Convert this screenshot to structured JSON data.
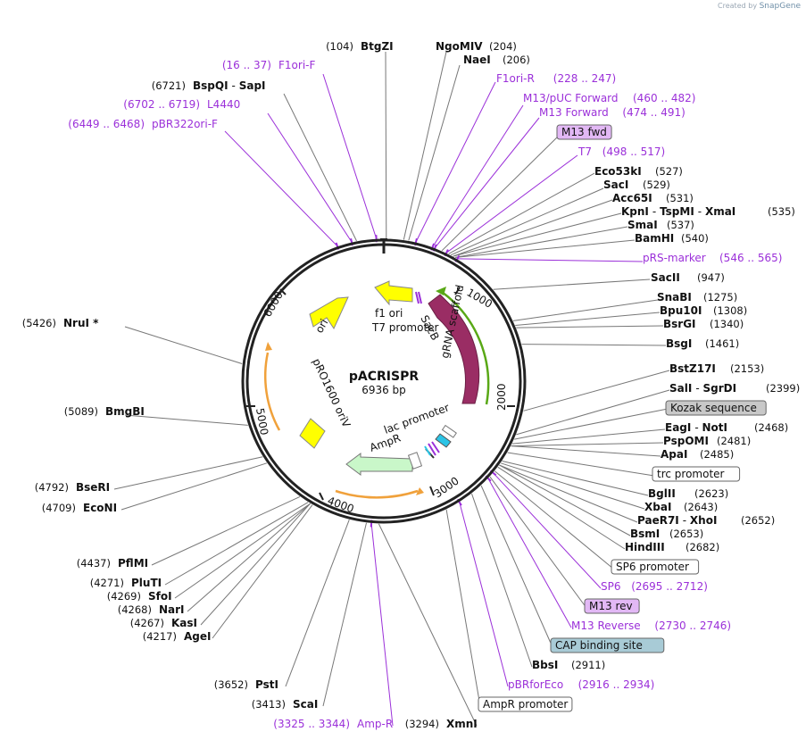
{
  "brand": {
    "created_by": "Created by",
    "name": "SnapGene"
  },
  "plasmid": {
    "name": "pACRISPR",
    "size": "6936 bp"
  },
  "ruler": [
    "1000",
    "2000",
    "3000",
    "4000",
    "5000",
    "6000"
  ],
  "inner_labels": {
    "f1_ori": "f1 ori",
    "t7_promoter": "T7 promoter",
    "sacb": "SacB",
    "grna": "gRNA scaffold",
    "lac": "lac promoter",
    "ampr": "AmpR",
    "pro1600": "pRO1600 oriV",
    "ori": "ori"
  },
  "labels": [
    {
      "name": "BtgZI",
      "pos": "(104)",
      "type": "enz",
      "side": "L"
    },
    {
      "name": "NgoMIV",
      "pos": "(204)",
      "type": "enz",
      "side": "R"
    },
    {
      "name": "NaeI",
      "pos": "(206)",
      "type": "enz",
      "side": "R"
    },
    {
      "name": "F1ori-F",
      "pos": "(16 .. 37)",
      "type": "feat",
      "side": "L"
    },
    {
      "name": "F1ori-R",
      "pos": "(228 .. 247)",
      "type": "feat",
      "side": "R"
    },
    {
      "name": "BspQI",
      "name2": "SapI",
      "pos": "(6721)",
      "type": "enz",
      "side": "L"
    },
    {
      "name": "M13/pUC Forward",
      "pos": "(460 .. 482)",
      "type": "feat",
      "side": "R"
    },
    {
      "name": "L4440",
      "pos": "(6702 .. 6719)",
      "type": "feat",
      "side": "L"
    },
    {
      "name": "M13 Forward",
      "pos": "(474 .. 491)",
      "type": "feat",
      "side": "R"
    },
    {
      "name": "pBR322ori-F",
      "pos": "(6449 .. 6468)",
      "type": "feat",
      "side": "L"
    },
    {
      "name": "M13 fwd",
      "type": "box",
      "fill": "#e2b8f5",
      "side": "R"
    },
    {
      "name": "T7",
      "pos": "(498 .. 517)",
      "type": "feat",
      "side": "R"
    },
    {
      "name": "Eco53kI",
      "pos": "(527)",
      "type": "enz",
      "side": "R"
    },
    {
      "name": "SacI",
      "pos": "(529)",
      "type": "enz",
      "side": "R"
    },
    {
      "name": "Acc65I",
      "pos": "(531)",
      "type": "enz",
      "side": "R"
    },
    {
      "name": "KpnI",
      "name2": "TspMI",
      "name3": "XmaI",
      "pos": "(535)",
      "type": "enz",
      "side": "R"
    },
    {
      "name": "SmaI",
      "pos": "(537)",
      "type": "enz",
      "side": "R"
    },
    {
      "name": "BamHI",
      "pos": "(540)",
      "type": "enz",
      "side": "R"
    },
    {
      "name": "pRS-marker",
      "pos": "(546 .. 565)",
      "type": "feat",
      "side": "R"
    },
    {
      "name": "SacII",
      "pos": "(947)",
      "type": "enz",
      "side": "R"
    },
    {
      "name": "SnaBI",
      "pos": "(1275)",
      "type": "enz",
      "side": "R"
    },
    {
      "name": "Bpu10I",
      "pos": "(1308)",
      "type": "enz",
      "side": "R"
    },
    {
      "name": "BsrGI",
      "pos": "(1340)",
      "type": "enz",
      "side": "R"
    },
    {
      "name": "NruI *",
      "pos": "(5426)",
      "type": "enz",
      "side": "L"
    },
    {
      "name": "BsgI",
      "pos": "(1461)",
      "type": "enz",
      "side": "R"
    },
    {
      "name": "BstZ17I",
      "pos": "(2153)",
      "type": "enz",
      "side": "R"
    },
    {
      "name": "SalI",
      "name2": "SgrDI",
      "pos": "(2399)",
      "type": "enz",
      "side": "R"
    },
    {
      "name": "Kozak sequence",
      "type": "box",
      "fill": "#c8c8c8",
      "side": "R"
    },
    {
      "name": "BmgBI",
      "pos": "(5089)",
      "type": "enz",
      "side": "L"
    },
    {
      "name": "EagI",
      "name2": "NotI",
      "pos": "(2468)",
      "type": "enz",
      "side": "R"
    },
    {
      "name": "PspOMI",
      "pos": "(2481)",
      "type": "enz",
      "side": "R"
    },
    {
      "name": "ApaI",
      "pos": "(2485)",
      "type": "enz",
      "side": "R"
    },
    {
      "name": "trc promoter",
      "type": "box",
      "fill": "#ffffff",
      "side": "R"
    },
    {
      "name": "BseRI",
      "pos": "(4792)",
      "type": "enz",
      "side": "L"
    },
    {
      "name": "BglII",
      "pos": "(2623)",
      "type": "enz",
      "side": "R"
    },
    {
      "name": "EcoNI",
      "pos": "(4709)",
      "type": "enz",
      "side": "L"
    },
    {
      "name": "XbaI",
      "pos": "(2643)",
      "type": "enz",
      "side": "R"
    },
    {
      "name": "PaeR7I",
      "name2": "XhoI",
      "pos": "(2652)",
      "type": "enz",
      "side": "R"
    },
    {
      "name": "BsmI",
      "pos": "(2653)",
      "type": "enz",
      "side": "R"
    },
    {
      "name": "HindIII",
      "pos": "(2682)",
      "type": "enz",
      "side": "R"
    },
    {
      "name": "PflMI",
      "pos": "(4437)",
      "type": "enz",
      "side": "L"
    },
    {
      "name": "SP6 promoter",
      "type": "box",
      "fill": "#ffffff",
      "side": "R"
    },
    {
      "name": "PluTI",
      "pos": "(4271)",
      "type": "enz",
      "side": "L"
    },
    {
      "name": "SP6",
      "pos": "(2695 .. 2712)",
      "type": "feat",
      "side": "R"
    },
    {
      "name": "SfoI",
      "pos": "(4269)",
      "type": "enz",
      "side": "L"
    },
    {
      "name": "M13 rev",
      "type": "box",
      "fill": "#e2b8f5",
      "side": "R"
    },
    {
      "name": "NarI",
      "pos": "(4268)",
      "type": "enz",
      "side": "L"
    },
    {
      "name": "KasI",
      "pos": "(4267)",
      "type": "enz",
      "side": "L"
    },
    {
      "name": "M13 Reverse",
      "pos": "(2730 .. 2746)",
      "type": "feat",
      "side": "R"
    },
    {
      "name": "AgeI",
      "pos": "(4217)",
      "type": "enz",
      "side": "L"
    },
    {
      "name": "CAP binding site",
      "type": "box",
      "fill": "#a8cbd6",
      "side": "R"
    },
    {
      "name": "BbsI",
      "pos": "(2911)",
      "type": "enz",
      "side": "R"
    },
    {
      "name": "PstI",
      "pos": "(3652)",
      "type": "enz",
      "side": "L"
    },
    {
      "name": "pBRforEco",
      "pos": "(2916 .. 2934)",
      "type": "feat",
      "side": "R"
    },
    {
      "name": "ScaI",
      "pos": "(3413)",
      "type": "enz",
      "side": "L"
    },
    {
      "name": "AmpR promoter",
      "type": "box",
      "fill": "#ffffff",
      "side": "R"
    },
    {
      "name": "Amp-R",
      "pos": "(3325 .. 3344)",
      "type": "feat",
      "side": "L"
    },
    {
      "name": "XmnI",
      "pos": "(3294)",
      "type": "enz",
      "side": "L"
    }
  ]
}
